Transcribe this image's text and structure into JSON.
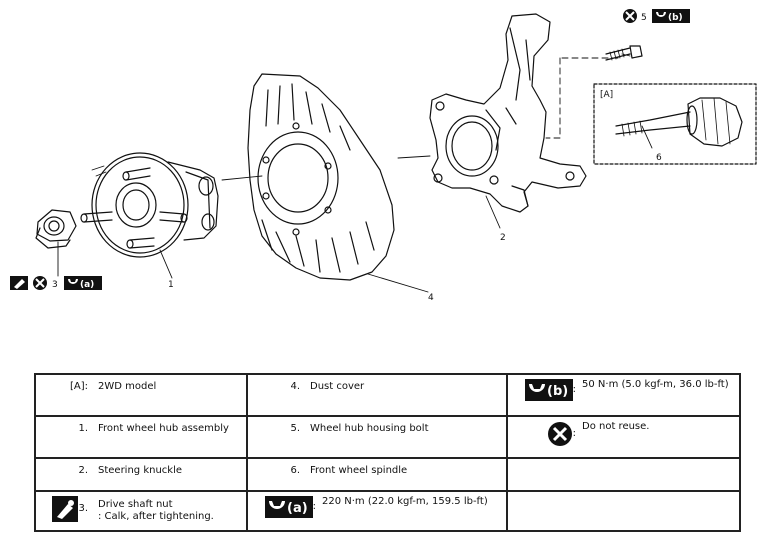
{
  "diagram": {
    "callouts": {
      "c1": "1",
      "c2": "2",
      "c3": "3",
      "c4": "4",
      "c5": "5",
      "c6": "6",
      "box_a": "[A]",
      "tq_a": "(a)",
      "tq_b": "(b)"
    }
  },
  "legend": {
    "rows": [
      [
        {
          "key": "[A]:",
          "text": "2WD model"
        },
        {
          "key": "4.",
          "text": "Dust cover"
        },
        {
          "icon": "torque-b-icon",
          "icon_text": "(b)",
          "key_suffix": ":",
          "text": "50 N·m (5.0 kgf-m, 36.0 lb-ft)"
        }
      ],
      [
        {
          "key": "1.",
          "text": "Front wheel hub assembly"
        },
        {
          "key": "5.",
          "text": "Wheel hub housing bolt"
        },
        {
          "icon": "do-not-reuse-icon",
          "key_suffix": ":",
          "text": "Do not reuse."
        }
      ],
      [
        {
          "key": "2.",
          "text": "Steering knuckle"
        },
        {
          "key": "6.",
          "text": "Front wheel spindle"
        },
        {
          "text": ""
        }
      ],
      [
        {
          "icon": "calk-icon",
          "key": "3.",
          "text": "Drive shaft nut",
          "subtext": ": Calk, after tightening."
        },
        {
          "icon": "torque-a-icon",
          "icon_text": "(a)",
          "key_suffix": ":",
          "text": "220 N·m (22.0 kgf-m, 159.5 lb-ft)"
        },
        {
          "text": ""
        }
      ]
    ]
  }
}
